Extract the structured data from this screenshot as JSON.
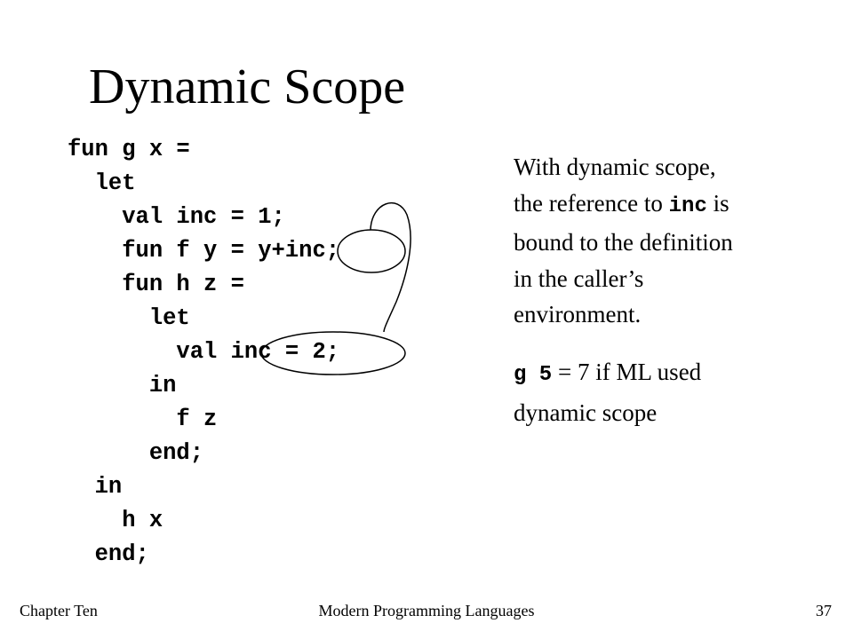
{
  "slide": {
    "title": "Dynamic Scope",
    "code_lines": [
      "fun g x =",
      "  let",
      "    val inc = 1;",
      "    fun f y = y+inc;",
      "    fun h z =",
      "      let",
      "        val inc = 2;",
      "      in",
      "        f z",
      "      end;",
      "  in",
      "    h x",
      "  end;"
    ],
    "explanation": {
      "line1": "With dynamic scope,",
      "line2_pre": "the reference to ",
      "line2_code": "inc",
      "line2_post": " is",
      "line3": "bound to the definition",
      "line4": "in the caller’s",
      "line5": "environment."
    },
    "result": {
      "code": "g 5",
      "text": " = 7 if ML used",
      "line2": "dynamic scope"
    },
    "footer": {
      "left": "Chapter Ten",
      "center": "Modern Programming Languages",
      "page": "37"
    }
  }
}
